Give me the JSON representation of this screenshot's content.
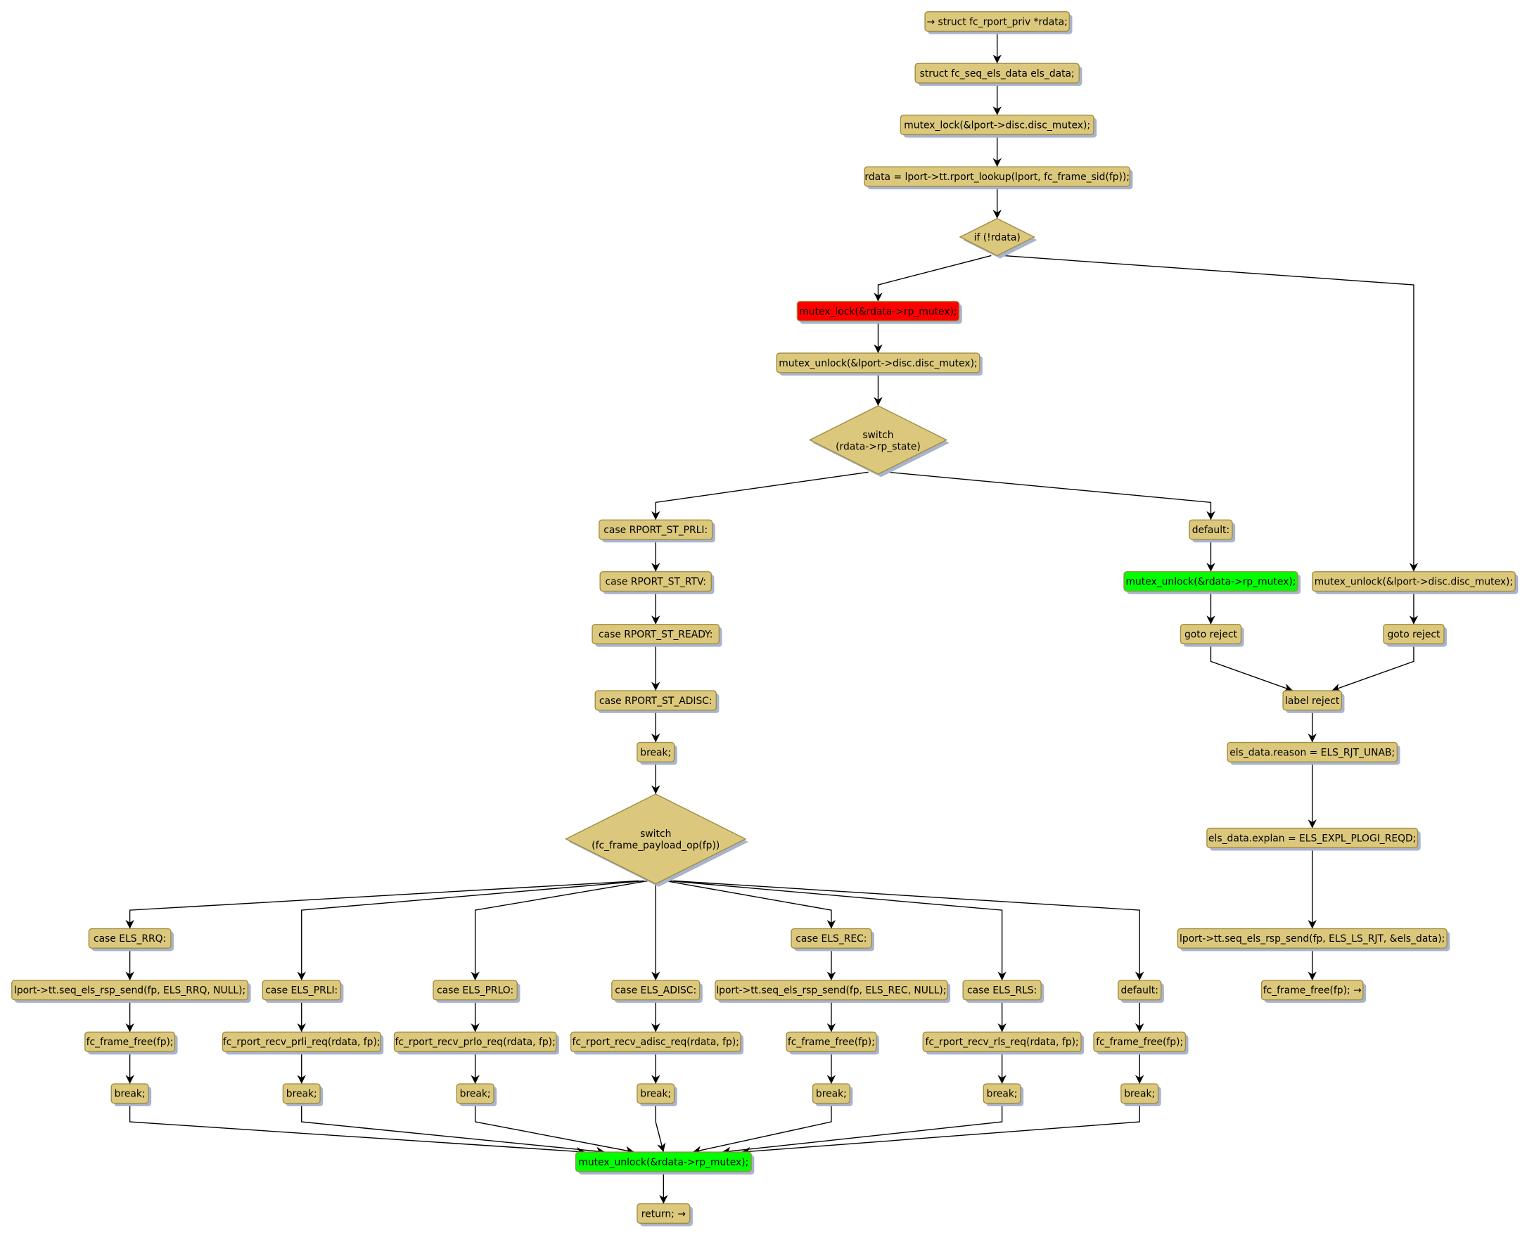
{
  "colors": {
    "fill": "#dcc87c",
    "border": "#a08c44",
    "shadow": "#a8b4cc",
    "highlight_red": "#ff0000",
    "highlight_green": "#00ff00",
    "edge": "#000000"
  },
  "nodes": [
    {
      "id": "n0",
      "text": "→ struct fc_rport_priv *rdata;"
    },
    {
      "id": "n1",
      "text": "struct fc_seq_els_data els_data;"
    },
    {
      "id": "n2",
      "text": "mutex_lock(&lport->disc.disc_mutex);"
    },
    {
      "id": "n3",
      "text": "rdata = lport->tt.rport_lookup(lport, fc_frame_sid(fp));"
    },
    {
      "id": "d1",
      "text": "if (!rdata)",
      "shape": "diamond"
    },
    {
      "id": "n4",
      "text": "mutex_lock(&rdata->rp_mutex);",
      "color": "red"
    },
    {
      "id": "n5",
      "text": "mutex_unlock(&lport->disc.disc_mutex);"
    },
    {
      "id": "d2",
      "text": "switch",
      "text2": "(rdata->rp_state)",
      "shape": "diamond"
    },
    {
      "id": "c1",
      "text": "case RPORT_ST_PRLI:"
    },
    {
      "id": "c2",
      "text": "case RPORT_ST_RTV:"
    },
    {
      "id": "c3",
      "text": "case RPORT_ST_READY:"
    },
    {
      "id": "c4",
      "text": "case RPORT_ST_ADISC:"
    },
    {
      "id": "c5",
      "text": "break;"
    },
    {
      "id": "d3",
      "text": "switch",
      "text2": "(fc_frame_payload_op(fp))",
      "shape": "diamond"
    },
    {
      "id": "r1",
      "text": "default:"
    },
    {
      "id": "r2",
      "text": "mutex_unlock(&rdata->rp_mutex);",
      "color": "green"
    },
    {
      "id": "r3",
      "text": "goto reject"
    },
    {
      "id": "f1",
      "text": "mutex_unlock(&lport->disc.disc_mutex);"
    },
    {
      "id": "f2",
      "text": "goto reject"
    },
    {
      "id": "l1",
      "text": "label reject"
    },
    {
      "id": "l2",
      "text": "els_data.reason = ELS_RJT_UNAB;"
    },
    {
      "id": "l3",
      "text": "els_data.explan = ELS_EXPL_PLOGI_REQD;"
    },
    {
      "id": "l4",
      "text": "lport->tt.seq_els_rsp_send(fp, ELS_LS_RJT, &els_data);"
    },
    {
      "id": "l5",
      "text": "fc_frame_free(fp); →"
    },
    {
      "id": "a1",
      "text": "case ELS_RRQ:"
    },
    {
      "id": "a2",
      "text": "lport->tt.seq_els_rsp_send(fp, ELS_RRQ, NULL);"
    },
    {
      "id": "a3",
      "text": "fc_frame_free(fp);"
    },
    {
      "id": "a4",
      "text": "break;"
    },
    {
      "id": "b1",
      "text": "case ELS_PRLI:"
    },
    {
      "id": "b2",
      "text": "fc_rport_recv_prli_req(rdata, fp);"
    },
    {
      "id": "b3",
      "text": "break;"
    },
    {
      "id": "e1",
      "text": "case ELS_PRLO:"
    },
    {
      "id": "e2",
      "text": "fc_rport_recv_prlo_req(rdata, fp);"
    },
    {
      "id": "e3",
      "text": "break;"
    },
    {
      "id": "g1",
      "text": "case ELS_ADISC:"
    },
    {
      "id": "g2",
      "text": "fc_rport_recv_adisc_req(rdata, fp);"
    },
    {
      "id": "g3",
      "text": "break;"
    },
    {
      "id": "h1",
      "text": "case ELS_REC:"
    },
    {
      "id": "h2",
      "text": "lport->tt.seq_els_rsp_send(fp, ELS_REC, NULL);"
    },
    {
      "id": "h3",
      "text": "fc_frame_free(fp);"
    },
    {
      "id": "h4",
      "text": "break;"
    },
    {
      "id": "i1",
      "text": "case ELS_RLS:"
    },
    {
      "id": "i2",
      "text": "fc_rport_recv_rls_req(rdata, fp);"
    },
    {
      "id": "i3",
      "text": "break;"
    },
    {
      "id": "j1",
      "text": "default:"
    },
    {
      "id": "j2",
      "text": "fc_frame_free(fp);"
    },
    {
      "id": "j3",
      "text": "break;"
    },
    {
      "id": "z1",
      "text": "mutex_unlock(&rdata->rp_mutex);",
      "color": "green"
    },
    {
      "id": "z2",
      "text": "return; →"
    }
  ]
}
